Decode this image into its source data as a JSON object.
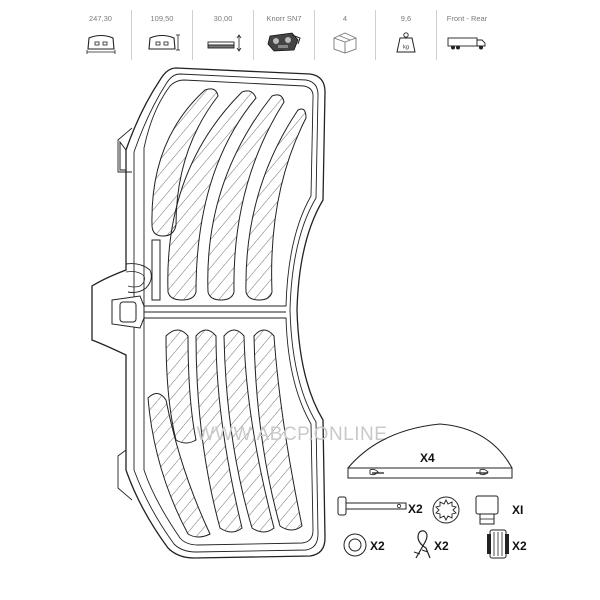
{
  "specs": [
    {
      "value": "247,30",
      "icon": "pad-width-icon"
    },
    {
      "value": "109,50",
      "icon": "pad-height-icon"
    },
    {
      "value": "30,00",
      "icon": "pad-thickness-icon"
    },
    {
      "value": "Knorr SN7",
      "icon": "caliper-icon"
    },
    {
      "value": "4",
      "icon": "box-icon"
    },
    {
      "value": "9,6",
      "icon": "weight-icon"
    },
    {
      "value": "Front - Rear",
      "icon": "truck-icon"
    }
  ],
  "weight_unit": "kg",
  "watermark": "WWW.ABCP.ONLINE",
  "accessories": [
    {
      "name": "spring-clip",
      "quantity": "X4"
    },
    {
      "name": "pin",
      "quantity": "X2"
    },
    {
      "name": "sensor-plug",
      "quantity": "XI"
    },
    {
      "name": "washer",
      "quantity": "X2"
    },
    {
      "name": "cotter-spring",
      "quantity": "X2"
    },
    {
      "name": "sleeve",
      "quantity": "X2"
    }
  ]
}
